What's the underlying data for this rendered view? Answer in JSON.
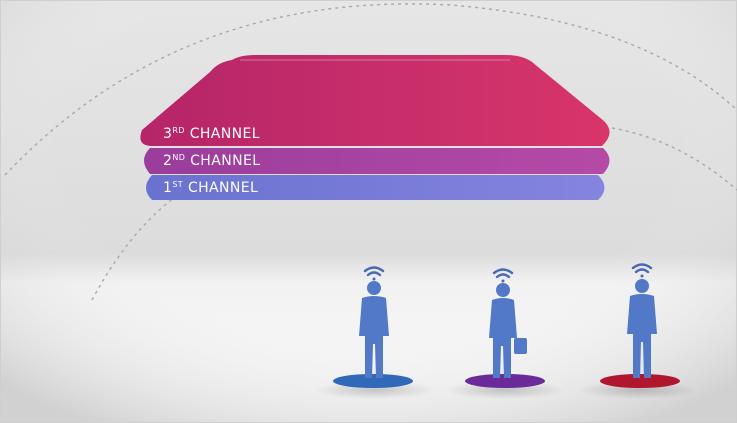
{
  "colors": {
    "background": "#e9e9ea",
    "floor": "#f4f4f4",
    "dotted_arc": "#a8a8a8",
    "person": "#5278c8",
    "signal": "#4a68b8"
  },
  "layers": [
    {
      "id": "third",
      "ordinal": "3",
      "suffix": "RD",
      "label": "CHANNEL",
      "color_top": "#c02a6a",
      "color_edge": "#d33c6a"
    },
    {
      "id": "second",
      "ordinal": "2",
      "suffix": "ND",
      "label": "CHANNEL",
      "color_top": "#a13e9e",
      "color_edge": "#b24aa8"
    },
    {
      "id": "first",
      "ordinal": "1",
      "suffix": "ST",
      "label": "CHANNEL",
      "color_top": "#6e73cf",
      "color_edge": "#7b80db"
    }
  ],
  "people": [
    {
      "id": "person-1",
      "pose": "standing",
      "base_color": "#2f69b8",
      "icon": "wifi-signal-icon"
    },
    {
      "id": "person-2",
      "pose": "standing-briefcase",
      "base_color": "#6b2a9a",
      "icon": "wifi-signal-icon"
    },
    {
      "id": "person-3",
      "pose": "standing",
      "base_color": "#b0162e",
      "icon": "wifi-signal-icon"
    }
  ]
}
